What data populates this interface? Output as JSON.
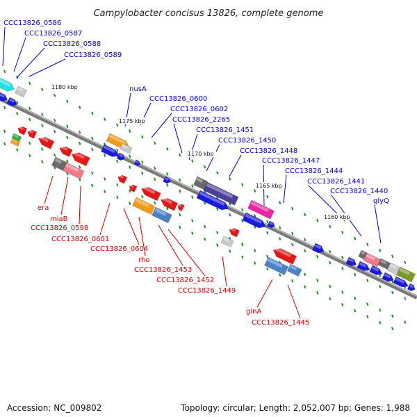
{
  "title": "Campylobacter concisus 13826, complete genome",
  "footer": {
    "accession": "Accession: NC_009802",
    "summary": "Topology: circular; Length: 2,052,007 bp; Genes: 1,988"
  },
  "colors": {
    "forward_label": "#0000cc",
    "reverse_label": "#cc0000",
    "backbone": "#777777",
    "tick": "#1e8c1e"
  },
  "scale_labels": [
    "1180 kbp",
    "1175 kbp",
    "1170 kbp",
    "1165 kbp",
    "1160 kbp"
  ],
  "forward_genes": [
    "CCC13826_0586",
    "CCC13826_0587",
    "CCC13826_0588",
    "CCC13826_0589",
    "nusA",
    "CCC13826_0600",
    "CCC13826_0602",
    "CCC13826_2265",
    "CCC13826_1451",
    "CCC13826_1450",
    "CCC13826_1448",
    "CCC13826_1447",
    "CCC13826_1444",
    "CCC13826_1441",
    "CCC13826_1440",
    "glyQ"
  ],
  "reverse_genes": [
    "era",
    "miaB",
    "CCC13826_0598",
    "CCC13826_0601",
    "CCC13826_0604",
    "rho",
    "CCC13826_1453",
    "CCC13826_1452",
    "CCC13826_1449",
    "glnA",
    "CCC13826_1445"
  ]
}
